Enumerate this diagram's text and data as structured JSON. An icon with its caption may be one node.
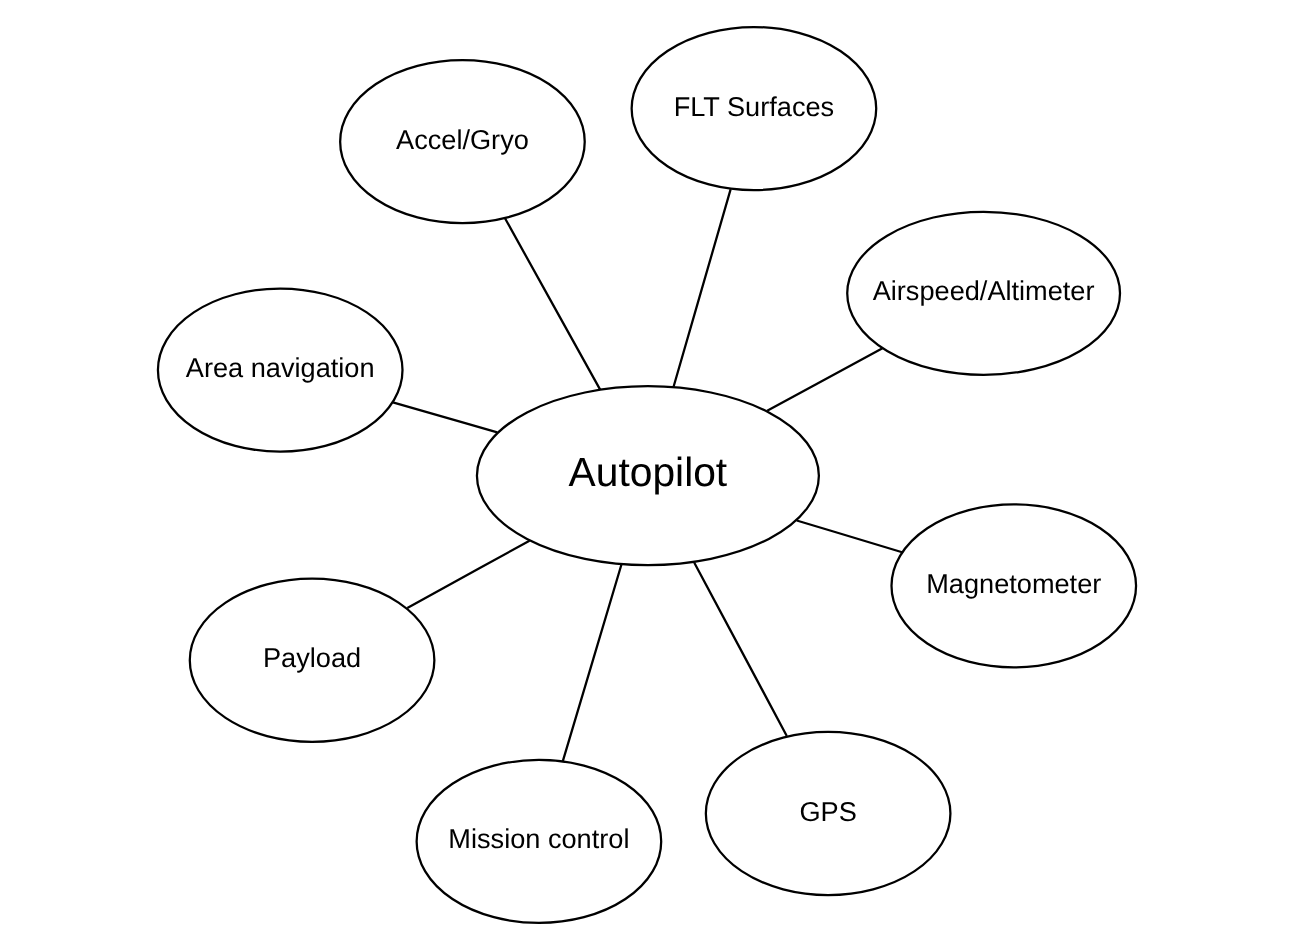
{
  "diagram": {
    "nodes": [
      {
        "text": [
          "Area navigation"
        ]
      },
      {
        "text": [
          "Airspeed/Altimeter"
        ]
      },
      {
        "text": [
          "GPS"
        ]
      },
      {
        "text": [
          "FLT Surfaces"
        ]
      },
      {
        "text": [
          "Autopilot"
        ]
      },
      {
        "text": [
          "Accel/Gryo"
        ]
      },
      {
        "text": [
          "Payload"
        ]
      },
      {
        "text": [
          "Magnetometer"
        ]
      },
      {
        "text": [
          "Mission control"
        ]
      }
    ],
    "edges": [
      {
        "from": 4,
        "to": 0,
        "arrow": "none"
      },
      {
        "from": 4,
        "to": 1,
        "arrow": "none"
      },
      {
        "from": 4,
        "to": 2,
        "arrow": "none"
      },
      {
        "from": 4,
        "to": 3,
        "arrow": "none"
      },
      {
        "from": 4,
        "to": 5,
        "arrow": "none"
      },
      {
        "from": 4,
        "to": 6,
        "arrow": "none"
      },
      {
        "from": 4,
        "to": 7,
        "arrow": "none"
      },
      {
        "from": 4,
        "to": 8,
        "arrow": "none"
      }
    ]
  }
}
